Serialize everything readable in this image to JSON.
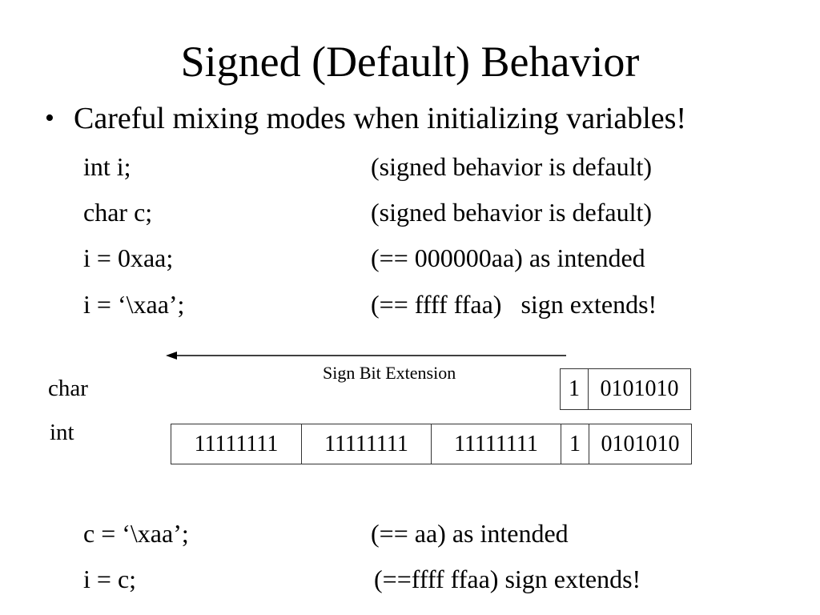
{
  "slide": {
    "title": "Signed (Default) Behavior",
    "bullet": "Careful mixing modes when initializing variables!",
    "code_lines_top": [
      {
        "code": "int i;",
        "comment": "(signed behavior is default)"
      },
      {
        "code": "char c;",
        "comment": "(signed behavior is default)"
      },
      {
        "code": "i = 0xaa;",
        "comment": "(== 000000aa) as intended"
      },
      {
        "code": "i = ‘\\xaa’;",
        "comment": "(== ffff ffaa)   sign extends!"
      }
    ],
    "code_lines_bottom": [
      {
        "code": "c = ‘\\xaa’;",
        "comment": "(== aa) as intended"
      },
      {
        "code": "i = c;",
        "comment": "(==ffff ffaa) sign extends!"
      }
    ]
  },
  "diagram": {
    "arrow_label": "Sign Bit Extension",
    "char_label": "char",
    "int_label": "int",
    "char_cells": [
      "1",
      "0101010"
    ],
    "int_cells": [
      "11111111",
      "11111111",
      "11111111",
      "1",
      "0101010"
    ]
  }
}
